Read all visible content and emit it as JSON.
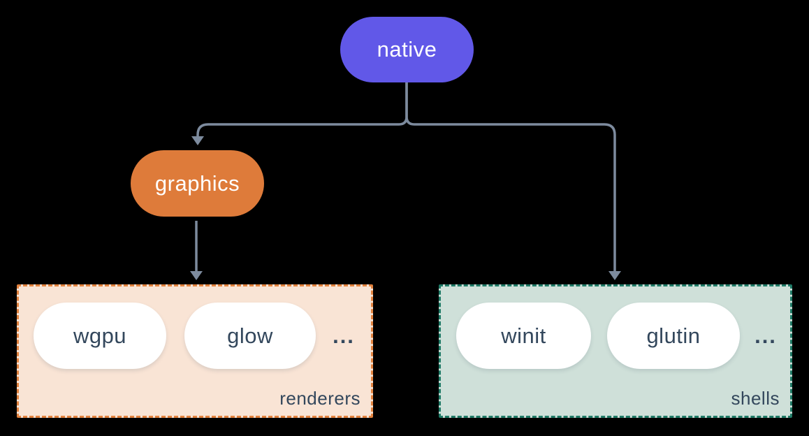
{
  "diagram": {
    "background_color": "#000000",
    "connector_color": "#7d8b9e",
    "nodes": {
      "native": {
        "label": "native",
        "color": "#6158e8",
        "text_color": "#ffffff"
      },
      "graphics": {
        "label": "graphics",
        "color": "#de7b3a",
        "text_color": "#ffffff"
      }
    },
    "groups": {
      "renderers": {
        "label": "renderers",
        "background": "#f9e4d5",
        "border_color": "#e2823e",
        "items": [
          "wgpu",
          "glow"
        ],
        "ellipsis": "...",
        "item_background": "#ffffff",
        "item_text_color": "#33475c"
      },
      "shells": {
        "label": "shells",
        "background": "#cfe0d9",
        "border_color": "#1f7a66",
        "items": [
          "winit",
          "glutin"
        ],
        "ellipsis": "...",
        "item_background": "#ffffff",
        "item_text_color": "#33475c"
      }
    },
    "edges": [
      {
        "from": "native",
        "to": "graphics"
      },
      {
        "from": "native",
        "to": "shells"
      },
      {
        "from": "graphics",
        "to": "renderers"
      }
    ]
  }
}
